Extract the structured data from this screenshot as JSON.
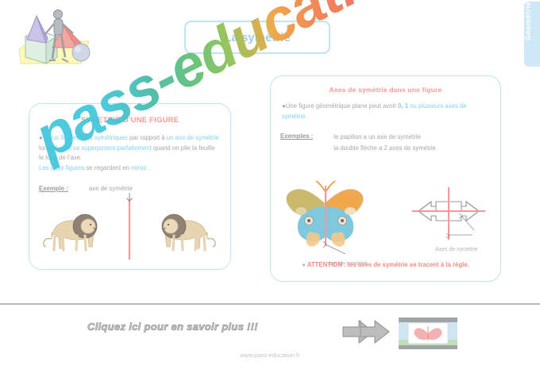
{
  "theme_tab": {
    "label": "Géométrie"
  },
  "header": {
    "title": "La symétrie",
    "logo_icon": "geometry-tools-illustration"
  },
  "panel_left": {
    "title": "SYMETRIE D’UNE FIGURE",
    "bullet": "●",
    "text_parts": {
      "p1": "Deux figures",
      "p2": " sont ",
      "p3": "symétriques",
      "p4": " par rapport à ",
      "p5": "un axe de symétrie",
      "p6": " lorsqu’ ",
      "p7": "elles se superposent parfaitement",
      "p8": " quand on plie la feuille le long de l’axe.",
      "p9": "Les deux figures",
      "p10": " se regardent en ",
      "p11": "miroir",
      "p12": "."
    },
    "example_label": "Exemple :",
    "axis_caption": "axe de symétrie",
    "figure_icon": "two-mirrored-lions-figure"
  },
  "panel_right": {
    "title": "Axes de symétrie dans une figure",
    "bullet": "●",
    "text_parts": {
      "p1": "Une figure géométrique plane peut avoir ",
      "p2": "0, 1",
      "p3": " ou plusieurs axes de symétrie",
      "p4": "."
    },
    "examples_label": "Exemples :",
    "examples": [
      "le papillon a un axe de symétrie",
      "la double flèche a 2 axes de symétrie"
    ],
    "butterfly_caption": "axe de symétrie",
    "butterfly_icon": "butterfly-figure",
    "arrow_caption": "Axes de symétrie",
    "arrow_icon": "double-arrow-figure",
    "attention_dot": "●",
    "attention": "ATTENTION : les axes de symétrie se tracent à la règle."
  },
  "watermark": {
    "text": "pass-education"
  },
  "footer": {
    "cta": "Cliquez ici pour en savoir plus !!!",
    "next_icon": "next-arrow-icon",
    "thumbnail_icon": "butterfly-video-thumbnail",
    "url": "www.pass-education.fr"
  },
  "colors": {
    "accent_blue": "#7fd4f2",
    "border_blue": "#bfe4f8",
    "title_pink": "#f79a94",
    "axis_pink": "#f7a0a0",
    "body_gray": "#a8a8a8"
  }
}
